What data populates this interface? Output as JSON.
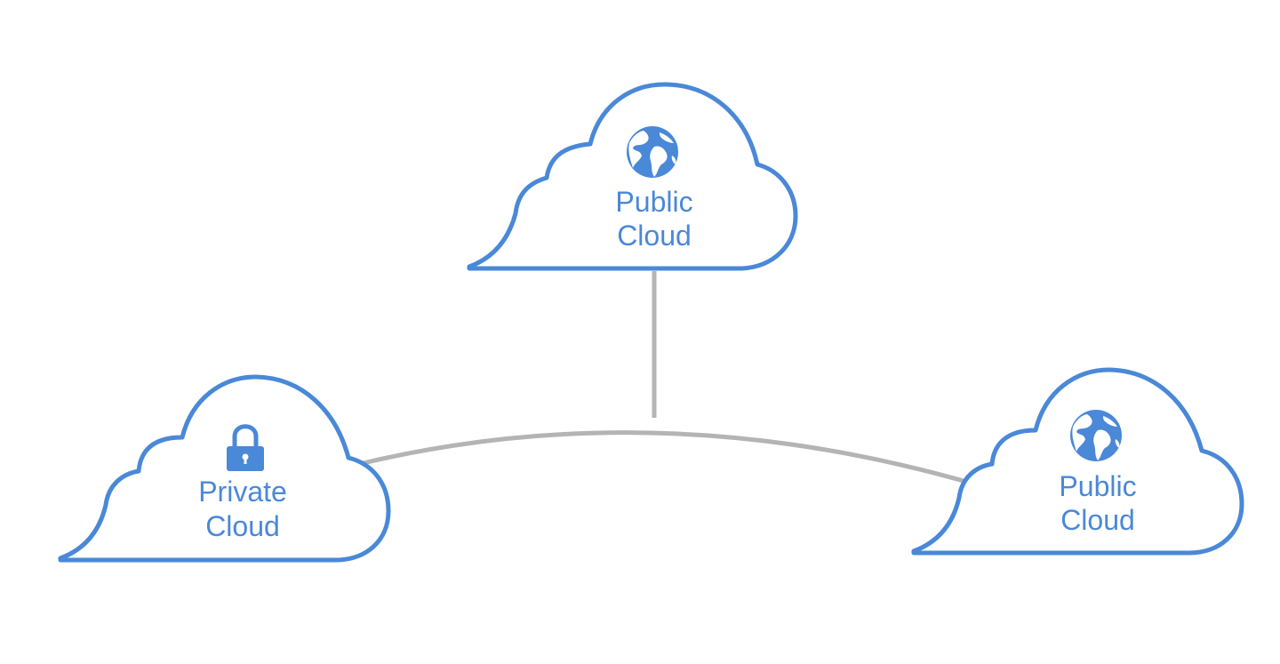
{
  "colors": {
    "accent": "#4a88d8",
    "connector": "#b4b4b4",
    "background": "#ffffff"
  },
  "clouds": [
    {
      "id": "top",
      "line1": "Public",
      "line2": "Cloud",
      "icon": "globe-icon"
    },
    {
      "id": "left",
      "line1": "Private",
      "line2": "Cloud",
      "icon": "lock-icon"
    },
    {
      "id": "right",
      "line1": "Public",
      "line2": "Cloud",
      "icon": "globe-icon"
    }
  ]
}
